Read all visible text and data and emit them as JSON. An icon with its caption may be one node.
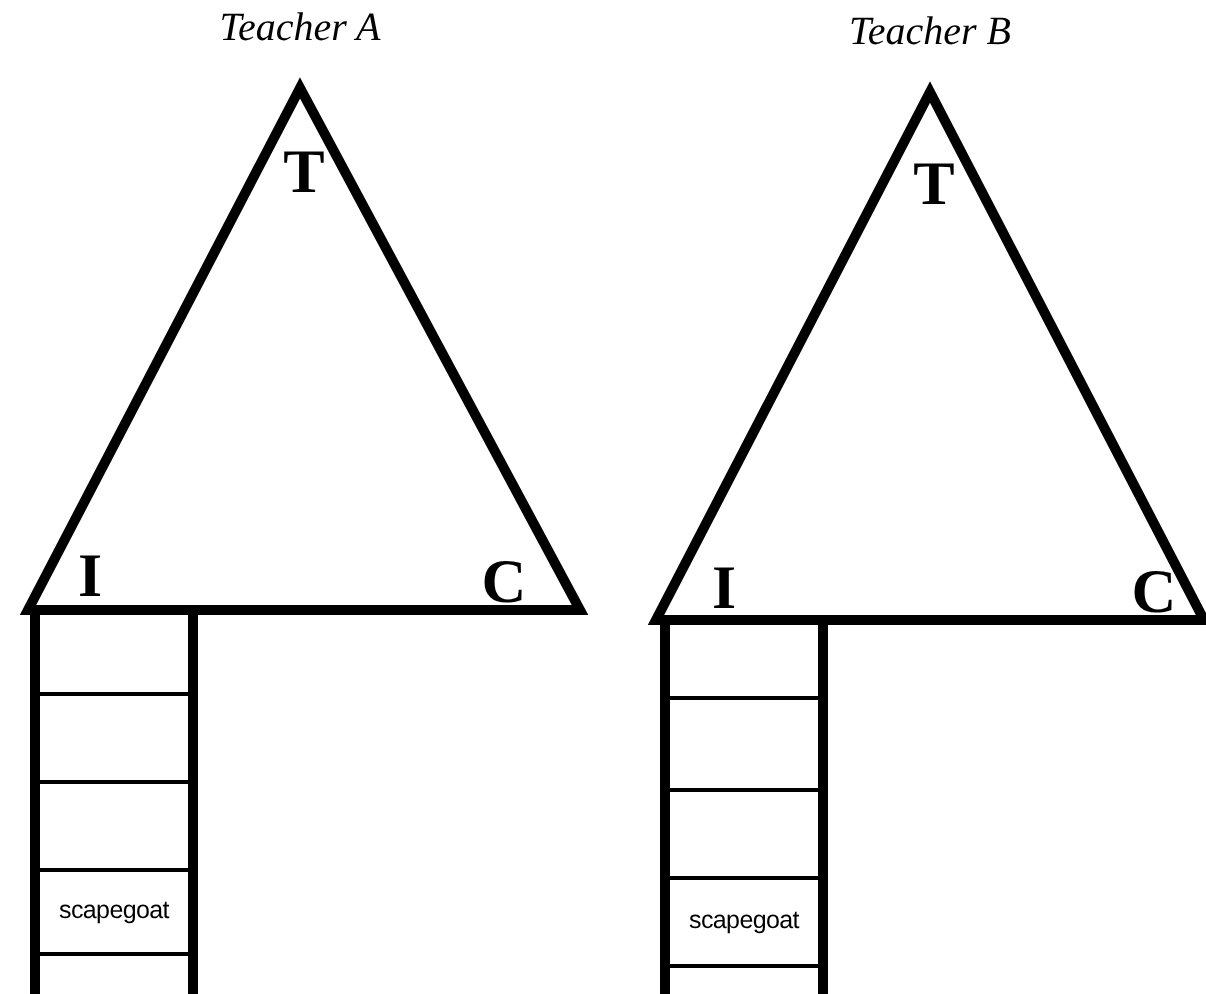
{
  "diagram": {
    "nodes": [
      {
        "text": [
          "Teacher A",
          "T",
          "I",
          "C"
        ]
      },
      {
        "text": [
          "scapegoat"
        ]
      },
      {
        "text": [
          "Teacher B",
          "T",
          "I",
          "C"
        ]
      },
      {
        "text": [
          "scapegoat"
        ]
      }
    ],
    "edges": []
  }
}
